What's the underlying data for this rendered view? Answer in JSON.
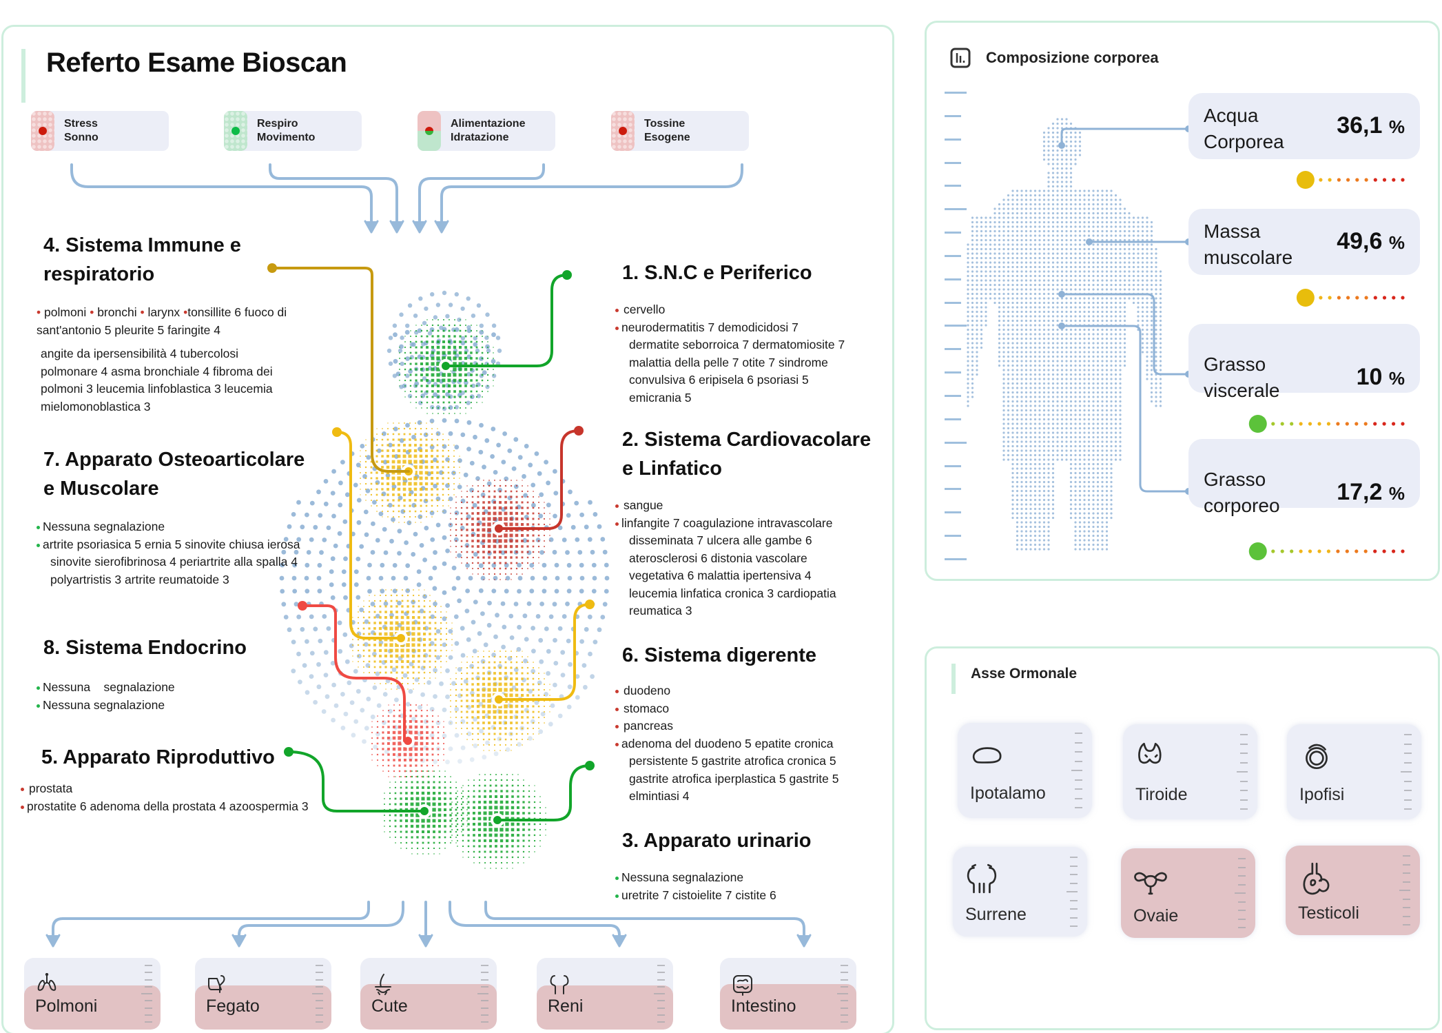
{
  "report": {
    "title": "Referto Esame Bioscan",
    "factors": [
      {
        "line1": "Stress",
        "line2": "Sonno",
        "status": "red"
      },
      {
        "line1": "Respiro",
        "line2": "Movimento",
        "status": "green"
      },
      {
        "line1": "Alimentazione",
        "line2": "Idratazione",
        "status": "mixed"
      },
      {
        "line1": "Tossine",
        "line2": "Esogene",
        "status": "red"
      }
    ],
    "sections": {
      "immune": {
        "title_line1": "4. Sistema Immune e",
        "title_line2": "respiratorio",
        "status": "yellow",
        "line1": "polmoni",
        "line1b": "bronchi",
        "line1c": "larynx",
        "line1d": "tonsillite 6 fuoco di",
        "line2": "sant'antonio 5 pleurite 5 faringite 4",
        "line3": "angite da ipersensibilità 4 tubercolosi",
        "line4": "polmonare 4 asma bronchiale 4 fibroma dei",
        "line5": "polmoni 3 leucemia linfoblastica 3 leucemia",
        "line6": "mielomonoblastica 3"
      },
      "osteo": {
        "title_line1": "7. Apparato Osteoarticolare",
        "title_line2": "e Muscolare",
        "status": "yellow",
        "item1": "Nessuna segnalazione",
        "item2": "artrite psoriasica 5 ernia 5 sinovite chiusa ierosa",
        "item2b": "sinovite sierofibrinosa 4 periartrite alla spalla 4",
        "item2c": "polyartristis 3 artrite reumatoide 3"
      },
      "endocrine": {
        "title": "8. Sistema Endocrino",
        "status": "red",
        "item1": "Nessuna    segnalazione",
        "item2": "Nessuna segnalazione"
      },
      "reproductive": {
        "title": "5. Apparato Riproduttivo",
        "status": "green",
        "item1": "prostata",
        "item2": "prostatite 6 adenoma della prostata 4 azoospermia 3"
      },
      "cns": {
        "title": "1. S.N.C e Periferico",
        "status": "green",
        "item1": "cervello",
        "item2": "neurodermatitis 7 demodicidosi 7",
        "item2b": "dermatite seborroica 7 dermatomiosite 7",
        "item2c": "malattia della pelle 7 otite 7 sindrome",
        "item2d": "convulsiva 6 eripisela 6 psoriasi 5",
        "item2e": "emicrania 5"
      },
      "cardio": {
        "title_line1": "2. Sistema Cardiovacolare",
        "title_line2": "e Linfatico",
        "status": "red",
        "item1": "sangue",
        "item2": "linfangite 7 coagulazione intravascolare",
        "item2b": "disseminata 7 ulcera alle gambe 6",
        "item2c": "aterosclerosi 6 distonia vascolare",
        "item2d": "vegetativa 6 malattia ipertensiva 4",
        "item2e": "leucemia linfatica cronica 3 cardiopatia",
        "item2f": "reumatica 3"
      },
      "digestive": {
        "title": "6. Sistema digerente",
        "status": "yellow",
        "item1": "duodeno",
        "item2": "stomaco",
        "item3": "pancreas",
        "item4": "adenoma del duodeno 5 epatite cronica",
        "item4b": "persistente 5 gastrite atrofica cronica 5",
        "item4c": "gastrite atrofica iperplastica 5 gastrite 5",
        "item4d": "elmintiasi 4"
      },
      "urinary": {
        "title": "3. Apparato urinario",
        "status": "green",
        "item1": "Nessuna segnalazione",
        "item2": "uretrite 7 cistoielite 7 cistite 6"
      }
    },
    "organs": [
      {
        "name": "Polmoni",
        "icon": "lungs-icon",
        "level": 0.62
      },
      {
        "name": "Fegato",
        "icon": "liver-icon",
        "level": 0.62
      },
      {
        "name": "Cute",
        "icon": "skin-hair-icon",
        "level": 0.63
      },
      {
        "name": "Reni",
        "icon": "kidneys-icon",
        "level": 0.62
      },
      {
        "name": "Intestino",
        "icon": "intestine-icon",
        "level": 0.63
      }
    ],
    "colors": {
      "red": "#c7352b",
      "green": "#12a52a",
      "yellow": "#efbb12",
      "bodyDots": "#8aaed2",
      "arrow": "#97b9da"
    }
  },
  "composition": {
    "title": "Composizione corporea",
    "metrics": [
      {
        "label_line1": "Acqua",
        "label_line2": "Corporea",
        "value": "36,1",
        "unit": "%",
        "gauge": 0.51
      },
      {
        "label_line1": "Massa",
        "label_line2": "muscolare",
        "value": "49,6",
        "unit": "%",
        "gauge": 0.51
      },
      {
        "label_line1": "Grasso",
        "label_line2": "viscerale",
        "value": "10",
        "unit": "%",
        "gauge": 0.27
      },
      {
        "label_line1": "Grasso",
        "label_line2": "corporeo",
        "value": "17,2",
        "unit": "%",
        "gauge": 0.27
      }
    ]
  },
  "hormones": {
    "title": "Asse Ormonale",
    "items": [
      {
        "name": "Ipotalamo",
        "icon": "hypothalamus-icon",
        "alert": false
      },
      {
        "name": "Tiroide",
        "icon": "thyroid-icon",
        "alert": false
      },
      {
        "name": "Ipofisi",
        "icon": "pituitary-icon",
        "alert": false
      },
      {
        "name": "Surrene",
        "icon": "adrenal-icon",
        "alert": false
      },
      {
        "name": "Ovaie",
        "icon": "ovaries-icon",
        "alert": true
      },
      {
        "name": "Testicoli",
        "icon": "testicles-icon",
        "alert": true
      }
    ]
  }
}
